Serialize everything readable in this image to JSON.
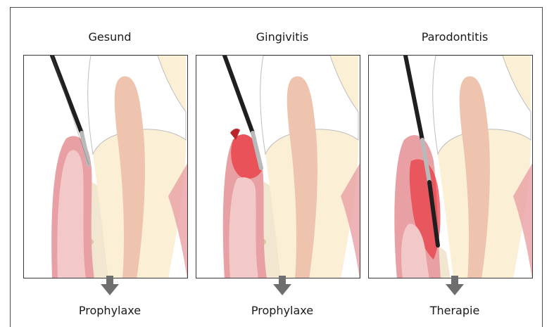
{
  "panels": [
    {
      "title": "Gesund",
      "outcome": "Prophylaxe"
    },
    {
      "title": "Gingivitis",
      "outcome": "Prophylaxe"
    },
    {
      "title": "Parodontitis",
      "outcome": "Therapie"
    }
  ],
  "colors": {
    "frame": "#4a4a4a",
    "gum": "#e8a0a4",
    "gum_dark": "#d77c82",
    "gum_light": "#f3c8c9",
    "inflammation": "#e8383f",
    "enamel": "#ffffff",
    "dentin": "#fbefd6",
    "pulp": "#efc4ae",
    "bone": "#f1e6cf",
    "probe_shaft": "#1f1f1f",
    "probe_tip": "#b9b9b9",
    "arrow": "#6e6e6e"
  }
}
